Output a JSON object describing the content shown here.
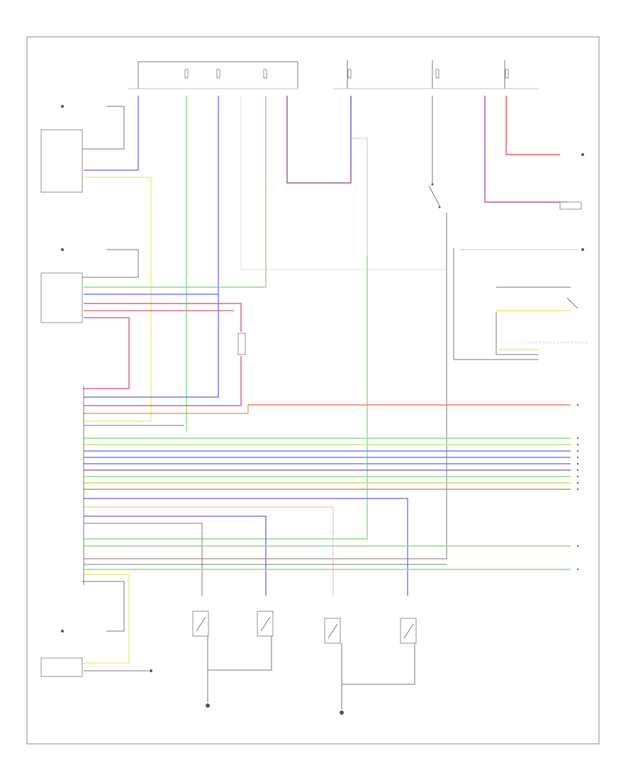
{
  "page": {
    "footer_code": ""
  },
  "colors": {
    "blue": "#7a7aee",
    "yellow": "#eeee7a",
    "green": "#8edc8e",
    "pink": "#ee5a8e",
    "purple": "#aa55aa",
    "red": "#ee5a5a",
    "orange": "#ee8060",
    "lime": "#b8ee80",
    "gray": "#777777",
    "lightpink": "#eec0c0"
  },
  "icons": [
    "ground-symbol",
    "switch-symbol",
    "fuse-symbol",
    "connector-arrow"
  ]
}
